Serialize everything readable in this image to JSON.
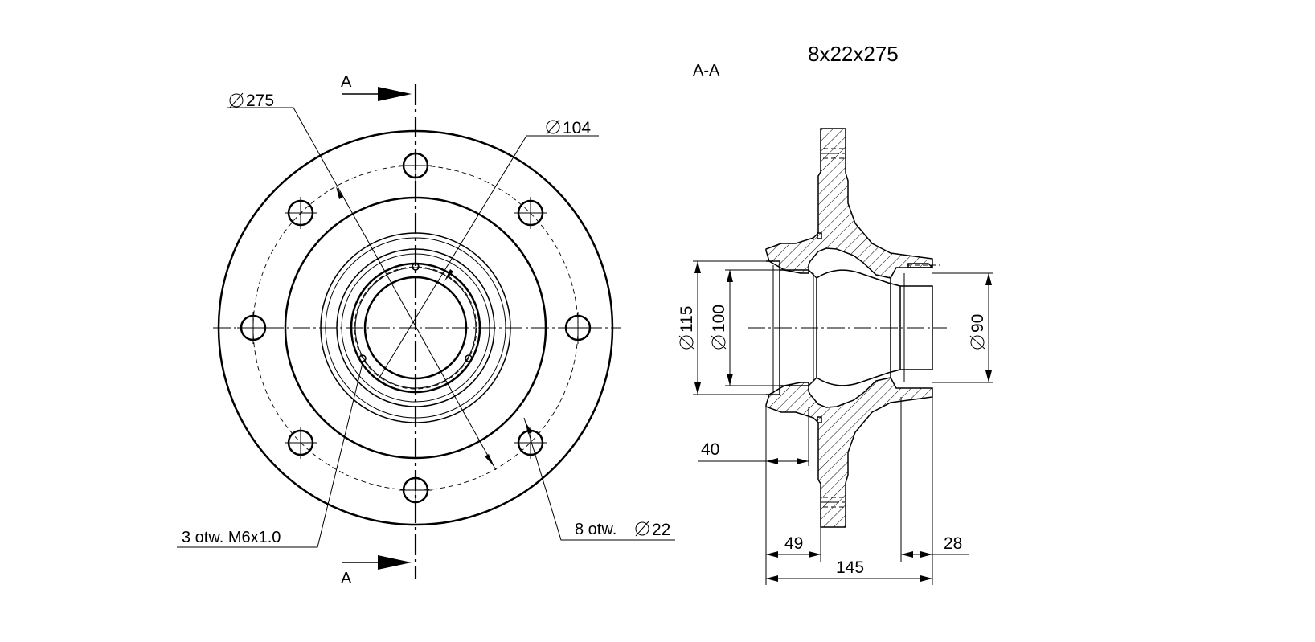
{
  "title": "8x22x275",
  "section_label": "A-A",
  "cut_marker": "A",
  "front_view": {
    "dim_outer": "275",
    "dim_hole_circle": "104",
    "note_threaded_holes": "3 otw. M6x1.0",
    "note_bolt_holes": "8 otw.",
    "note_bolt_hole_dia": "22"
  },
  "section_view": {
    "dim_bore_115": "115",
    "dim_bore_100": "100",
    "dim_bore_90": "90",
    "dim_40": "40",
    "dim_49": "49",
    "dim_145": "145",
    "dim_28": "28"
  }
}
